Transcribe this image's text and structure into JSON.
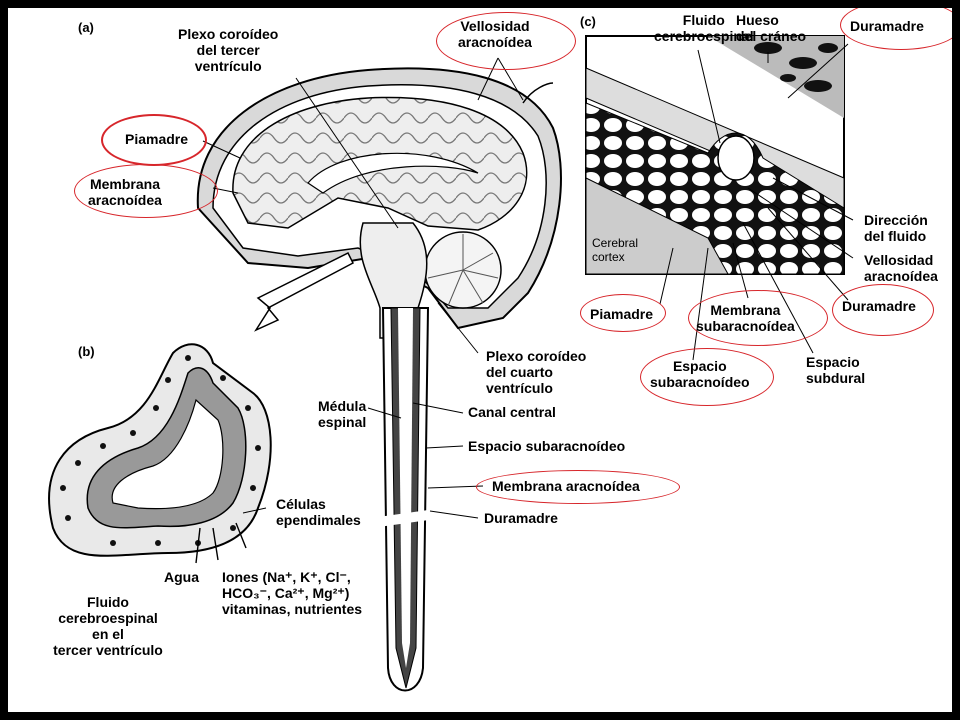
{
  "panels": {
    "a": "(a)",
    "b": "(b)",
    "c": "(c)"
  },
  "labels_a": {
    "plexo_tercer": [
      "Plexo coroídeo",
      "del tercer",
      "ventrículo"
    ],
    "vellosidad": [
      "Vellosidad",
      "aracnoídea"
    ],
    "piamadre": "Piamadre",
    "membrana_aracnoidea": [
      "Membrana",
      "aracnoídea"
    ],
    "plexo_cuarto": [
      "Plexo coroídeo",
      "del cuarto",
      "ventrículo"
    ],
    "medula": [
      "Médula",
      "espinal"
    ],
    "canal_central": "Canal central",
    "espacio_subaracnoideo": "Espacio subaracnoídeo",
    "membrana_aracnoidea_2": "Membrana aracnoídea",
    "duramadre": "Duramadre"
  },
  "labels_b": {
    "celulas": [
      "Células",
      "ependimales"
    ],
    "agua": "Agua",
    "iones_line1": "Iones (Na⁺, K⁺, Cl⁻,",
    "iones_line2": "HCO₃⁻, Ca²⁺, Mg²⁺)",
    "iones_line3": "vitaminas, nutrientes",
    "fluido": [
      "Fluido",
      "cerebroespinal",
      "en el",
      "tercer ventrículo"
    ]
  },
  "labels_c": {
    "fluido": [
      "Fluido",
      "cerebroespinal"
    ],
    "hueso": [
      "Hueso",
      "del cráneo"
    ],
    "duramadre_top": "Duramadre",
    "direccion": [
      "Dirección",
      "del fluido"
    ],
    "vellosidad": [
      "Vellosidad",
      "aracnoídea"
    ],
    "duramadre_right": "Duramadre",
    "cerebral": [
      "Cerebral",
      "cortex"
    ],
    "piamadre": "Piamadre",
    "membrana_sub": [
      "Membrana",
      "subaracnoídea"
    ],
    "espacio_sub": [
      "Espacio",
      "subaracnoídeo"
    ],
    "espacio_subdural": [
      "Espacio",
      "subdural"
    ]
  },
  "colors": {
    "highlight": "#d7262b",
    "background": "#ffffff",
    "border": "#000000"
  }
}
